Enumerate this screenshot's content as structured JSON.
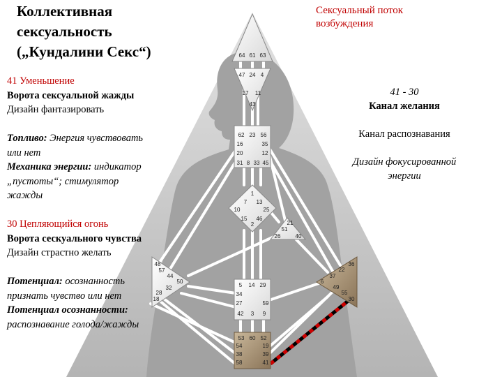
{
  "title_lines": [
    "Коллективная",
    "сексуальность",
    "(„Кундалини Секс“)"
  ],
  "flow_label_lines": [
    "Сексуальный поток",
    "возбуждения"
  ],
  "left": {
    "gate41_title": "41 Уменьшение",
    "gate41_name": "Ворота сексуальной жажды",
    "gate41_design": "Дизайн фантазировать",
    "fuel_label": "Топливо:",
    "fuel_text_1": " Энергия чувствовать",
    "fuel_text_2": "или нет",
    "mechanics_label": "Механика энергии:",
    "mechanics_text_1": " индикатор",
    "mechanics_text_2": "„пустоты“; стимулятор",
    "mechanics_text_3": "жажды",
    "gate30_title": "30 Цепляющийся огонь",
    "gate30_name": "Ворота сескуального чувства",
    "gate30_design": "Дизайн страстно желать",
    "potential_label": "Потенциал:",
    "potential_text_1": " осознанность",
    "potential_text_2": "признать чувство или нет",
    "potential_awareness_label": "Потенциал осознанности:",
    "potential_awareness_text": "распознавание голода/жажды"
  },
  "right": {
    "channel_gates": "41 - 30",
    "channel_name": "Канал желания",
    "channel_alt": "Канал распознавания",
    "design_line_1": "Дизайн фокусированной",
    "design_line_2": "энергии"
  },
  "bodygraph": {
    "head_gates": [
      "64",
      "61",
      "63"
    ],
    "ajna_gates": [
      "47",
      "24",
      "4",
      "17",
      "11",
      "43"
    ],
    "throat_gates": [
      "62",
      "23",
      "56",
      "16",
      "35",
      "20",
      "12",
      "31",
      "8",
      "33",
      "45"
    ],
    "g_gates": [
      "1",
      "7",
      "13",
      "10",
      "15",
      "46",
      "2",
      "25"
    ],
    "ego_gates": [
      "21",
      "51",
      "26",
      "40"
    ],
    "spleen_gates": [
      "48",
      "57",
      "44",
      "50",
      "32",
      "28",
      "18"
    ],
    "sacral_gates": [
      "5",
      "14",
      "29",
      "34",
      "27",
      "59",
      "42",
      "3",
      "9"
    ],
    "solar_gates": [
      "36",
      "22",
      "37",
      "6",
      "49",
      "55",
      "30"
    ],
    "root_gates": [
      "53",
      "60",
      "52",
      "54",
      "19",
      "38",
      "39",
      "58",
      "41"
    ]
  },
  "colors": {
    "title": "#000000",
    "accent_red": "#c00000",
    "defined_center": "#a08a6a",
    "channel_highlight": "#cc0000",
    "triangle_bg": "#c6c6c6",
    "silhouette": "#a2a2a2"
  }
}
